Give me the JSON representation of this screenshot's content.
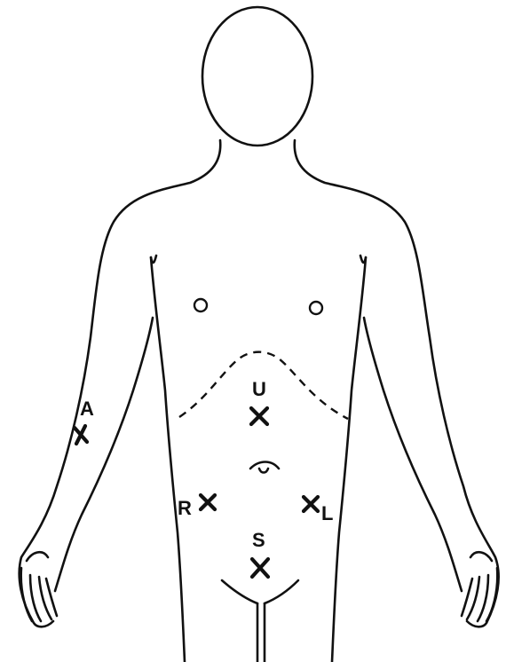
{
  "markers": [
    {
      "id": "A",
      "label": "A"
    },
    {
      "id": "U",
      "label": "U"
    },
    {
      "id": "R",
      "label": "R"
    },
    {
      "id": "L",
      "label": "L"
    },
    {
      "id": "S",
      "label": "S"
    }
  ],
  "colors": {
    "line": "#111111",
    "background": "#ffffff"
  }
}
